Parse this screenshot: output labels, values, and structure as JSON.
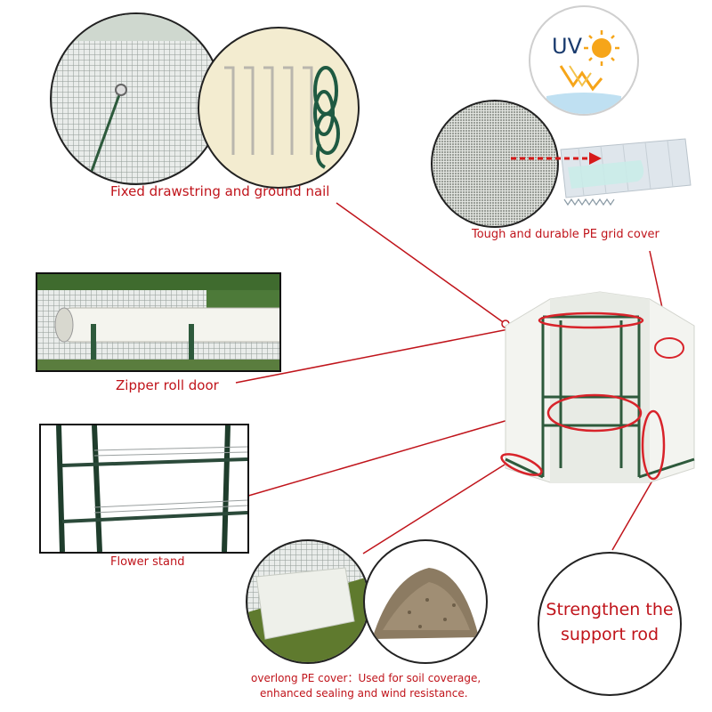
{
  "captions": {
    "drawstring": "Fixed drawstring and ground nail",
    "pe_grid": "Tough and durable PE grid cover",
    "zipper": "Zipper roll door",
    "flower_stand": "Flower stand",
    "support_rod_line1": "Strengthen the",
    "support_rod_line2": "support rod",
    "overlong_line1": "overlong PE cover：Used for soil coverage,",
    "overlong_line2": "enhanced sealing and wind resistance."
  },
  "uv_badge": {
    "label": "UV",
    "icon": "sun-icon"
  },
  "colors": {
    "caption_red": "#c0141b",
    "frame_green": "#2e5a3c",
    "sky_blue": "#bfe0f2"
  }
}
